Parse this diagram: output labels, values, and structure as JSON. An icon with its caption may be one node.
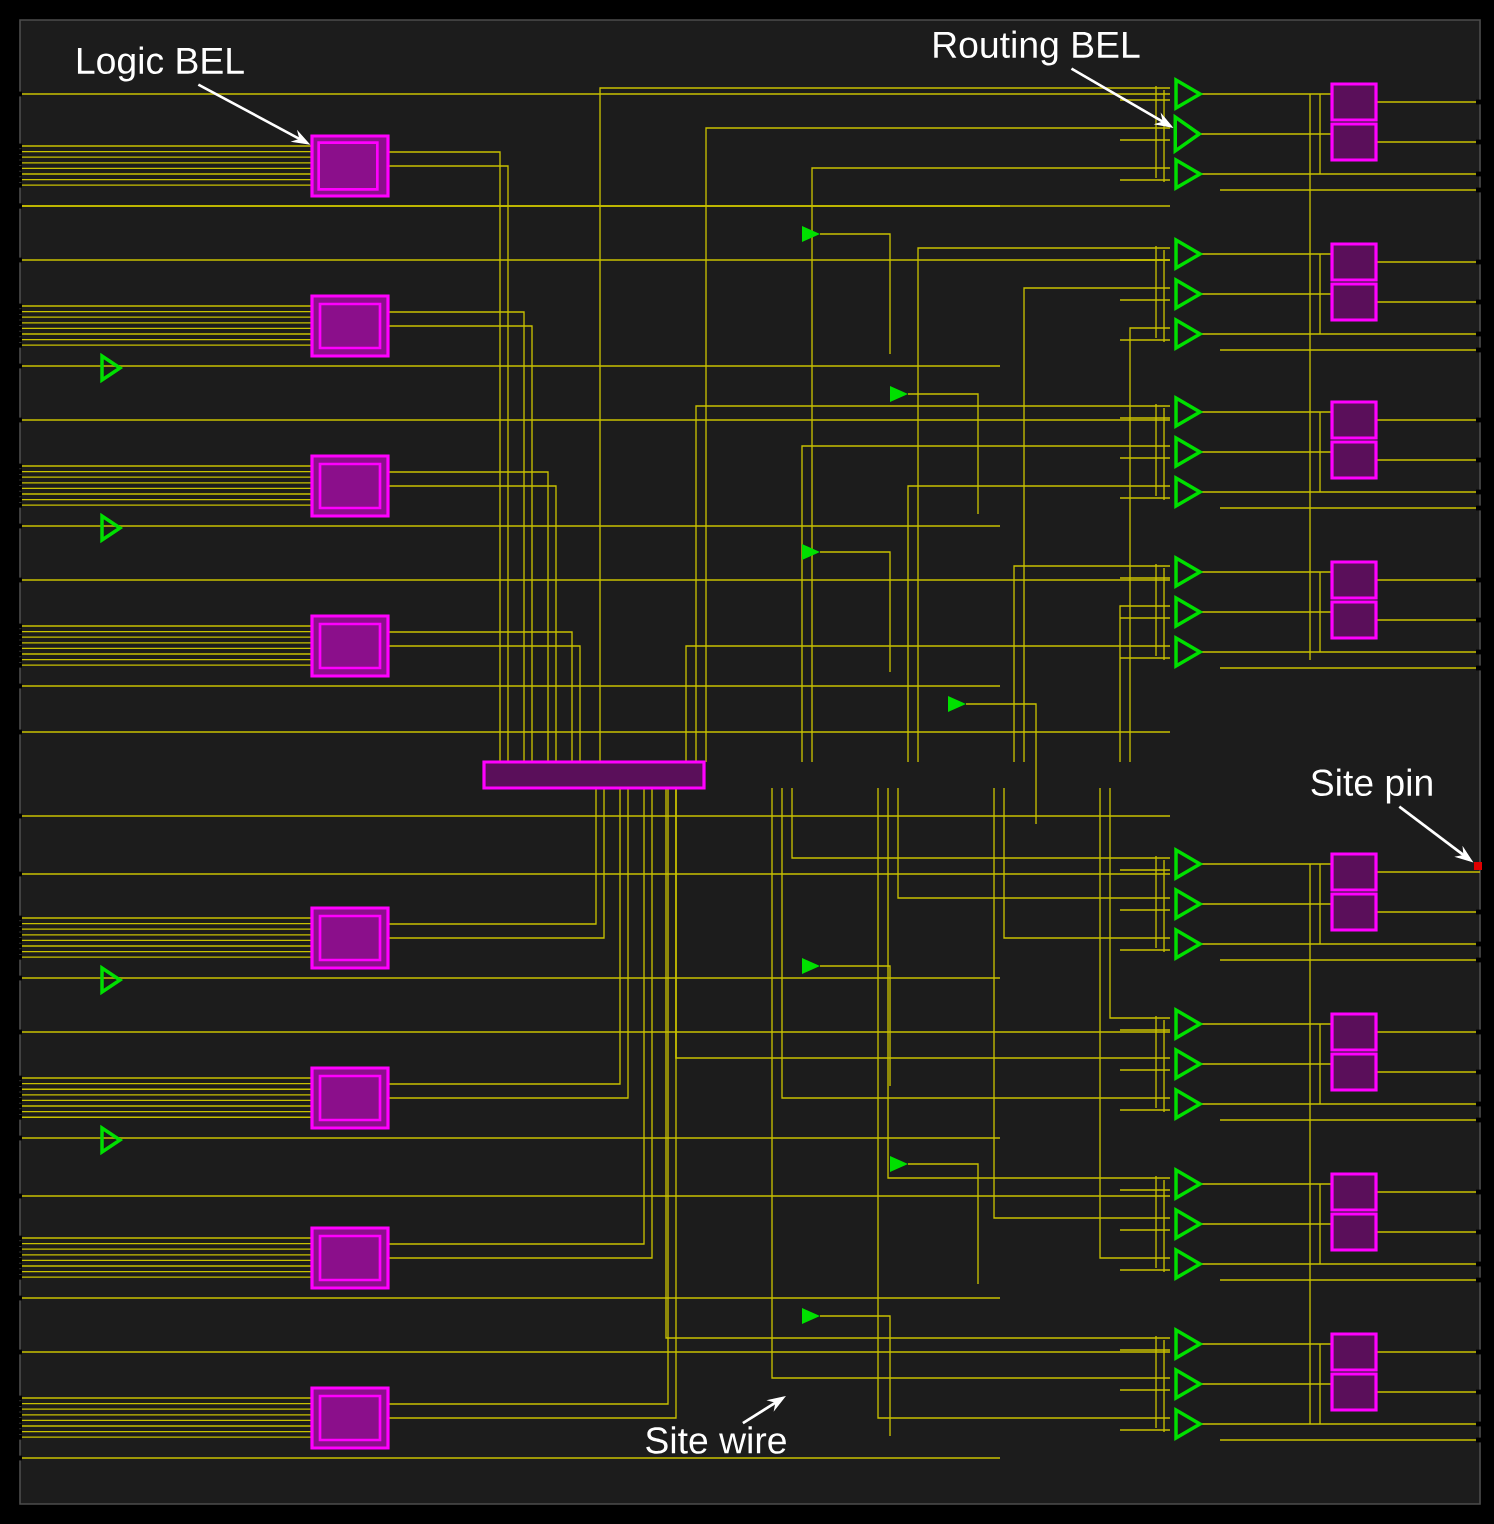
{
  "diagram": {
    "nodes": [
      {
        "text": [
          "Logic BEL"
        ]
      },
      {
        "text": [],
        "shape": "box"
      },
      {
        "text": [
          "Routing BEL"
        ]
      },
      {
        "text": [],
        "shape": "triangle"
      },
      {
        "text": [
          "Site pin"
        ]
      },
      {
        "text": [],
        "shape": "box"
      },
      {
        "text": [
          "Site wire"
        ]
      }
    ],
    "edges": [
      {
        "from": 0,
        "to": 1,
        "arrow": "to"
      },
      {
        "from": 2,
        "to": 3,
        "arrow": "to"
      },
      {
        "from": 4,
        "to": 5,
        "arrow": "to"
      },
      {
        "from": 6,
        "to": null,
        "arrow": "to"
      }
    ]
  }
}
